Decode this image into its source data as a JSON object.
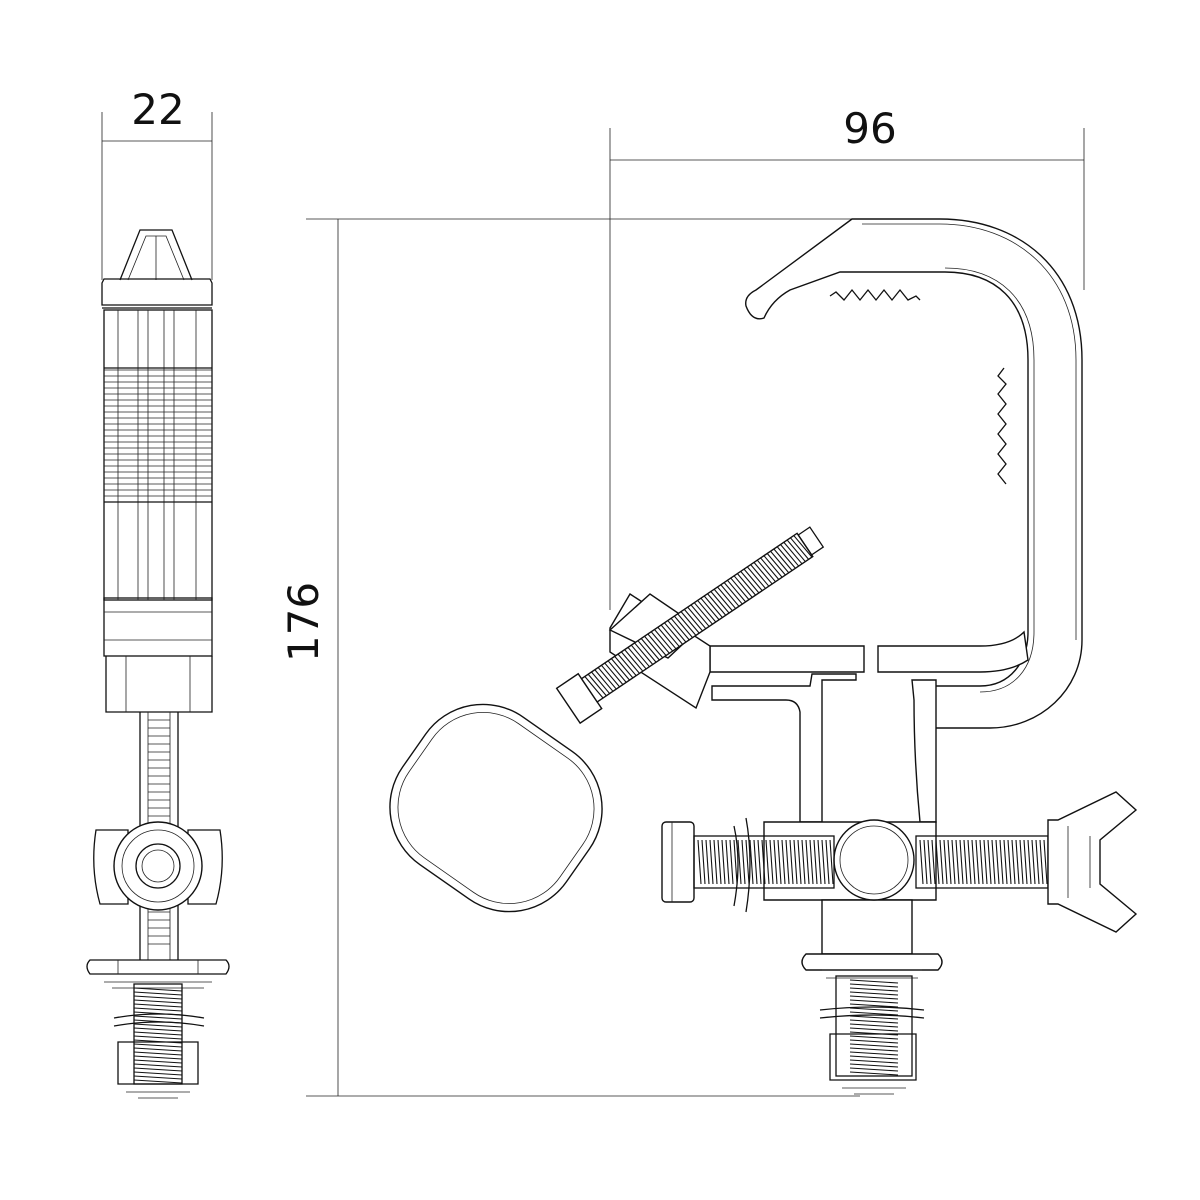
{
  "drawing": {
    "dimensions": {
      "side_width": "22",
      "front_width": "96",
      "height": "176"
    }
  }
}
